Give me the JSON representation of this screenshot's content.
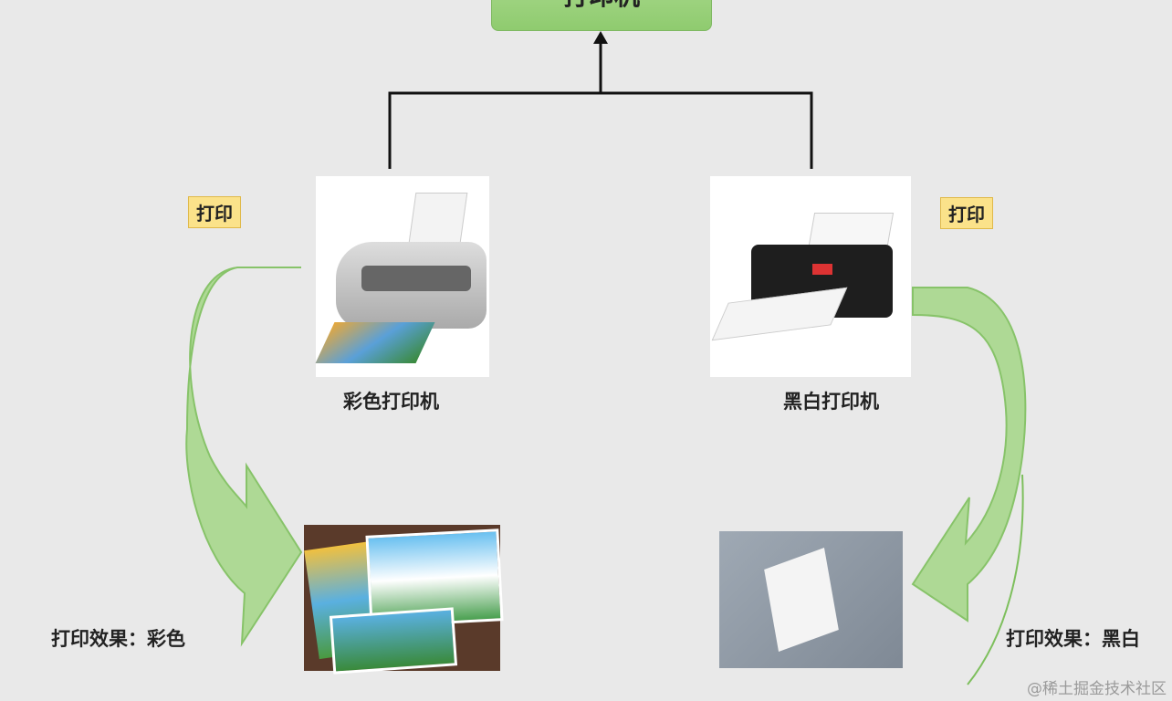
{
  "top_box": {
    "label": "打印机"
  },
  "color_printer": {
    "label": "彩色打印机",
    "action_tag": "打印",
    "effect": "打印效果：彩色"
  },
  "bw_printer": {
    "label": "黑白打印机",
    "action_tag": "打印",
    "effect": "打印效果：黑白"
  },
  "watermark": "@稀土掘金技术社区",
  "colors": {
    "box_green": "#98d07a",
    "arrow_green": "#9ed27f",
    "tag_yellow": "#fbe28a"
  }
}
